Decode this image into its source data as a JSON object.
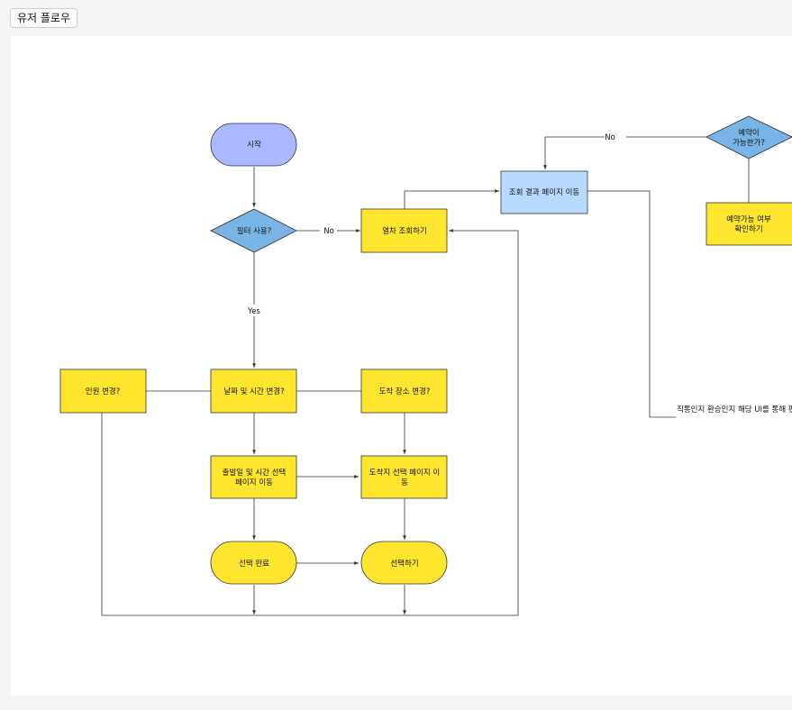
{
  "header": {
    "tab_label": "유저 플로우"
  },
  "colors": {
    "yellow": "#ffe52e",
    "light_blue": "#b8d9ff",
    "periwinkle": "#aab9ff",
    "diamond_blue": "#78b4e6",
    "stroke": "#333333"
  },
  "flow": {
    "start": "시작",
    "filter_decision": "필터 사용?",
    "search_train": "열차 조회하기",
    "results_page": "조회 결과 페이지 이동",
    "reservable_line1": "예약이",
    "reservable_line2": "가능한가?",
    "check_line1": "예약가능 여부",
    "check_line2": "확인하기",
    "people_change": "인원 변경?",
    "date_change": "날짜 및 시간 변경?",
    "arrival_change": "도착 장소 변경?",
    "date_page_line1": "출발일 및 시간 선택",
    "date_page_line2": "페이지 이동",
    "arrival_page_line1": "도착지 선택 페이지 이",
    "arrival_page_line2": "동",
    "select_done": "선택 완료",
    "select_action": "선택하기"
  },
  "edges": {
    "no_to_search": "No",
    "no_from_reservable": "No",
    "yes_to_date": "Yes",
    "transfer_note": "직통인지 환승인지 해당 UI를 통해 편"
  }
}
